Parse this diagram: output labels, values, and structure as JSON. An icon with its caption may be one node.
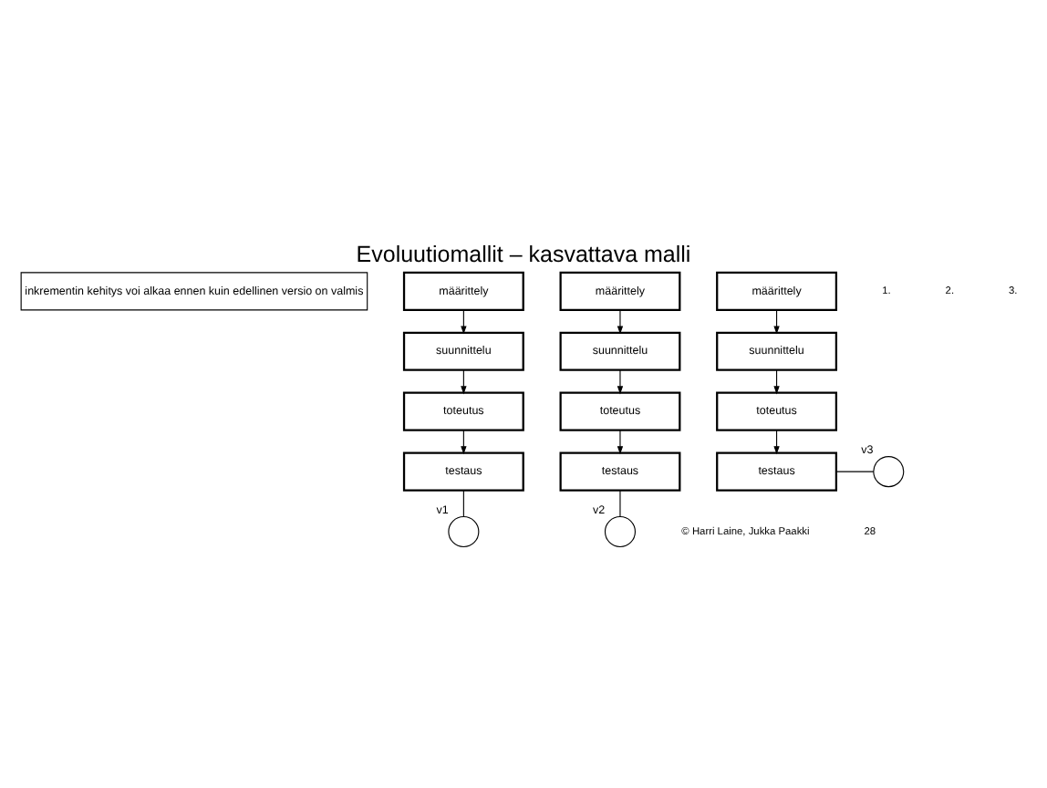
{
  "diagram": {
    "title": "Evoluutiomallit – kasvattava malli",
    "nodes": [
      {
        "text": [
          "inkrementin kehitys voi alkaa ennen kuin edellinen versio on valmis"
        ]
      },
      {
        "text": [
          "määrittely"
        ]
      },
      {
        "text": [
          "suunnittelu"
        ]
      },
      {
        "text": [
          "toteutus"
        ]
      },
      {
        "text": [
          "testaus"
        ]
      },
      {
        "text": [],
        "shape": "circle",
        "beside": [
          "v1"
        ]
      },
      {
        "text": [
          "määrittely"
        ]
      },
      {
        "text": [
          "suunnittelu"
        ]
      },
      {
        "text": [
          "toteutus"
        ]
      },
      {
        "text": [
          "testaus"
        ]
      },
      {
        "text": [],
        "shape": "circle",
        "beside": [
          "v2"
        ]
      },
      {
        "text": [
          "määrittely"
        ]
      },
      {
        "text": [
          "suunnittelu"
        ]
      },
      {
        "text": [
          "toteutus"
        ]
      },
      {
        "text": [
          "testaus"
        ]
      },
      {
        "text": [],
        "shape": "circle",
        "beside": [
          "v3"
        ]
      }
    ],
    "edges": [
      {
        "from": 1,
        "to": 2,
        "arrow": "to"
      },
      {
        "from": 2,
        "to": 3,
        "arrow": "to"
      },
      {
        "from": 3,
        "to": 4,
        "arrow": "to"
      },
      {
        "from": 4,
        "to": 5,
        "arrow": "none"
      },
      {
        "from": 6,
        "to": 7,
        "arrow": "to"
      },
      {
        "from": 7,
        "to": 8,
        "arrow": "to"
      },
      {
        "from": 8,
        "to": 9,
        "arrow": "to"
      },
      {
        "from": 9,
        "to": 10,
        "arrow": "none"
      },
      {
        "from": 11,
        "to": 12,
        "arrow": "to"
      },
      {
        "from": 12,
        "to": 13,
        "arrow": "to"
      },
      {
        "from": 13,
        "to": 14,
        "arrow": "to"
      },
      {
        "from": 14,
        "to": 15,
        "arrow": "none"
      }
    ],
    "labels": [
      "1.",
      "2.",
      "3.",
      "© Harri Laine, Jukka Paakki",
      "28"
    ]
  }
}
